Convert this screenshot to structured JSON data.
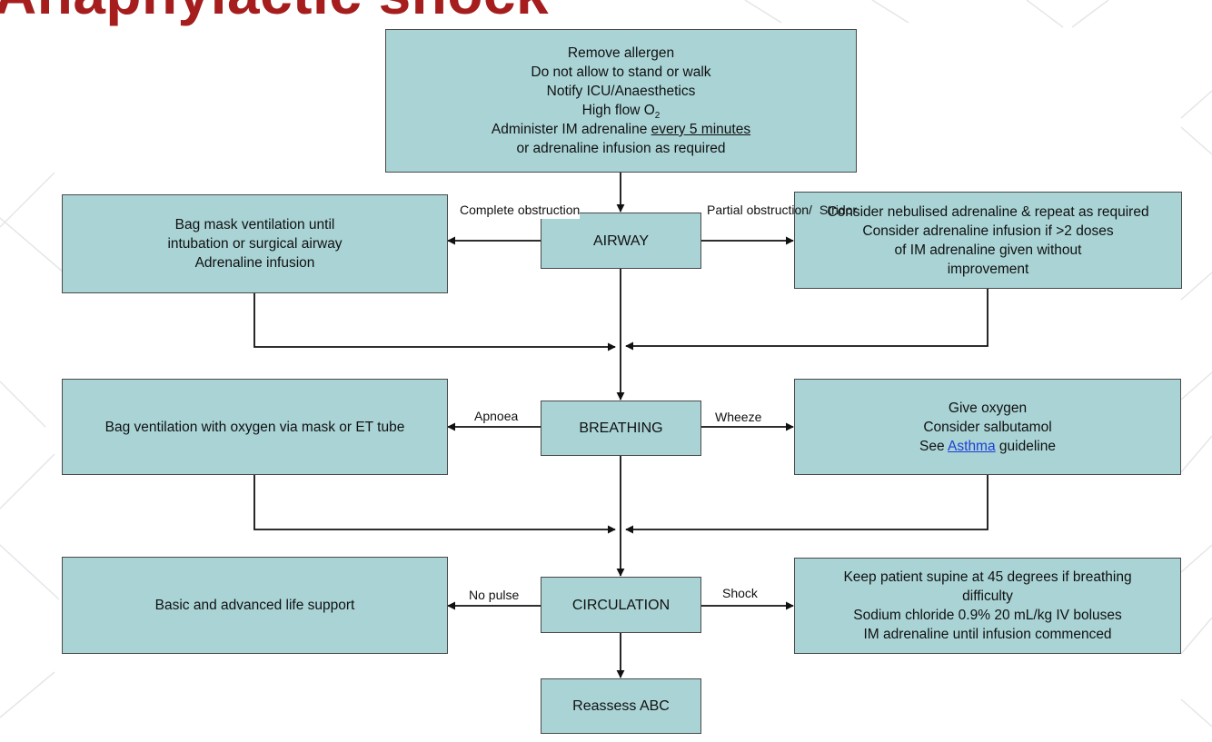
{
  "title_fragment": "Anaphylactic shock",
  "top_box": {
    "line1": "Remove allergen",
    "line2": "Do not allow to stand or walk",
    "line3": "Notify ICU/Anaesthetics",
    "line4_prefix": "High flow O",
    "line4_sub": "2",
    "line5_prefix": "Administer IM adrenaline ",
    "line5_underlined": "every 5 minutes",
    "line6": "or adrenaline infusion as required"
  },
  "airway": {
    "node": "AIRWAY",
    "left_label_1": "Complete",
    "left_label_2": "obstruction",
    "right_label_1": "Partial",
    "right_label_2": "obstruction/",
    "right_label_3": "Stridor",
    "left_box": {
      "line1": "Bag mask ventilation until",
      "line2": "intubation or surgical airway",
      "line3": "Adrenaline infusion"
    },
    "right_box": {
      "line1": "Consider nebulised adrenaline & repeat as required",
      "line2": "Consider adrenaline infusion if >2 doses",
      "line3": "of IM adrenaline given without",
      "line4": "improvement"
    }
  },
  "breathing": {
    "node": "BREATHING",
    "left_label": "Apnoea",
    "right_label": "Wheeze",
    "left_box": {
      "line1": "Bag ventilation with oxygen via mask or ET tube"
    },
    "right_box": {
      "line1": "Give oxygen",
      "line2": "Consider salbutamol",
      "line3_prefix": "See ",
      "line3_link": "Asthma",
      "line3_suffix": " guideline"
    }
  },
  "circulation": {
    "node": "CIRCULATION",
    "left_label": "No pulse",
    "right_label": "Shock",
    "left_box": {
      "line1": "Basic and advanced life support"
    },
    "right_box": {
      "line1": "Keep patient supine at 45 degrees if breathing",
      "line2": "difficulty",
      "line3": "Sodium chloride 0.9% 20 mL/kg IV boluses",
      "line4": "IM adrenaline until infusion commenced"
    }
  },
  "reassess": {
    "node": "Reassess ABC"
  },
  "colors": {
    "box_fill": "#a9d3d5",
    "box_border": "#4a4a4a",
    "title": "#a51d1d",
    "link": "#1f3fd6",
    "connector": "#111111"
  }
}
